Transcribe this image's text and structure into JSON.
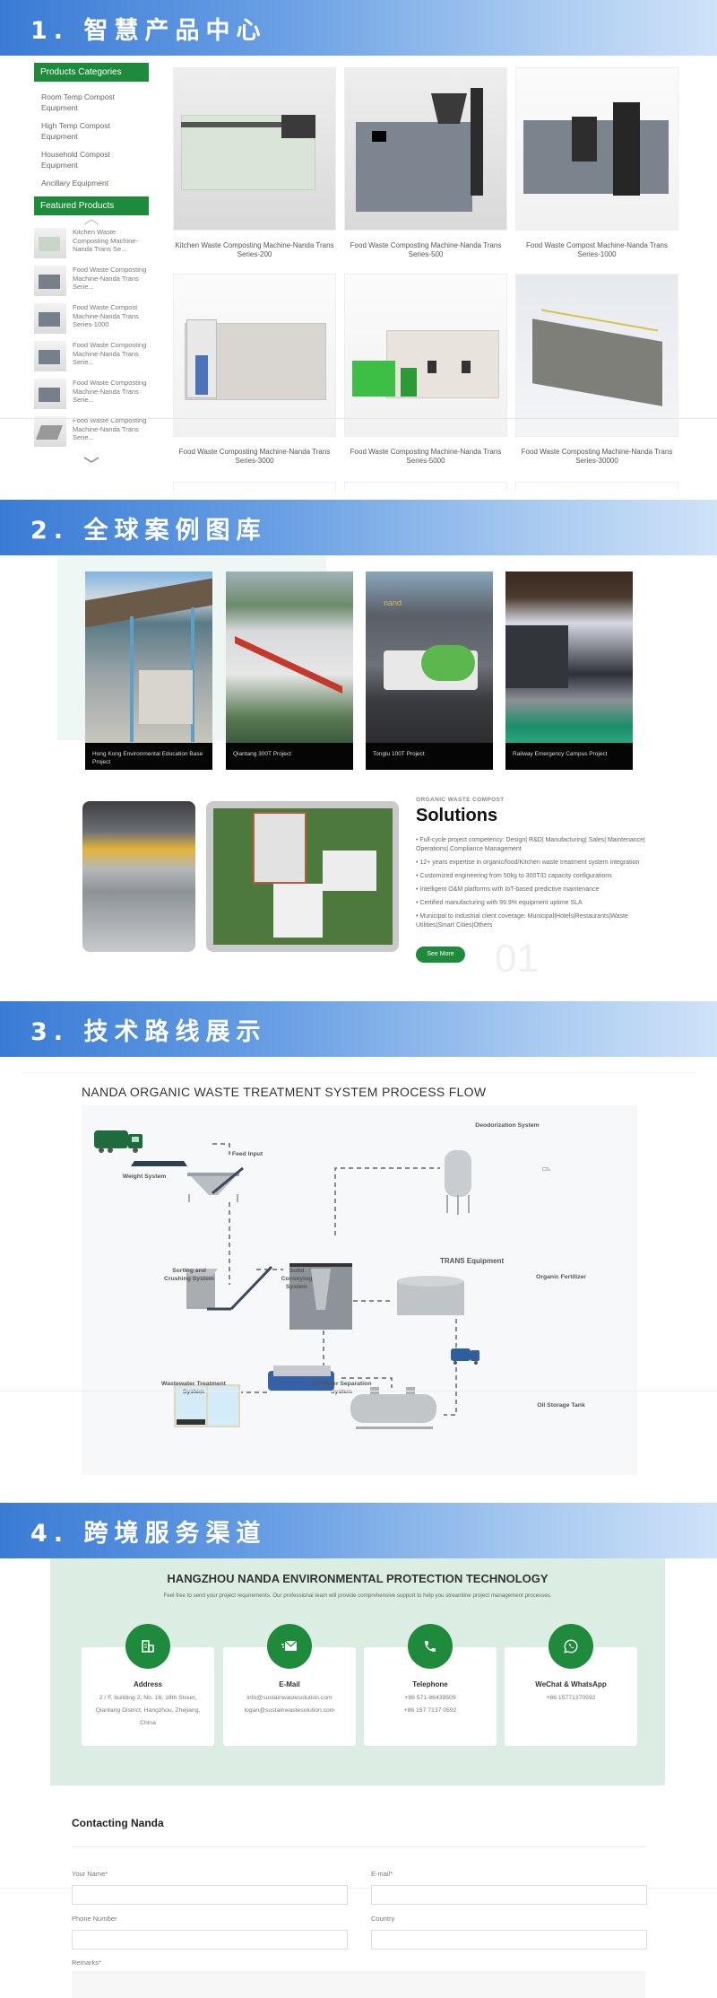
{
  "sections": [
    {
      "title": "1. 智慧产品中心"
    },
    {
      "title": "2. 全球案例图库"
    },
    {
      "title": "3. 技术路线展示"
    },
    {
      "title": "4. 跨境服务渠道"
    }
  ],
  "sidebar": {
    "categories_heading": "Products Categories",
    "categories": [
      "Room Temp Compost Equipment",
      "High Temp Compost Equipment",
      "Household Compost Equipment",
      "Ancillary Equipment"
    ],
    "featured_heading": "Featured Products",
    "featured": [
      "Kitchen Waste Composting Machine-Nanda Trans Se...",
      "Food Waste Composting Machine-Nanda Trans Serie...",
      "Food Waste Compost Machine-Nanda Trans Series-1000",
      "Food Waste Composting Machine-Nanda Trans Serie...",
      "Food Waste Composting Machine-Nanda Trans Serie...",
      "Food Waste Composting Machine-Nanda Trans Serie..."
    ],
    "up_icon": "chevron-up-icon",
    "down_icon": "chevron-down-icon"
  },
  "products": [
    {
      "title": "Kitchen Waste Composting Machine-Nanda Trans Series-200"
    },
    {
      "title": "Food Waste Composting Machine-Nanda Trans Series-500"
    },
    {
      "title": "Food Waste Compost Machine-Nanda Trans Series-1000"
    },
    {
      "title": "Food Waste Composting Machine-Nanda Trans Series-3000"
    },
    {
      "title": "Food Waste Composting Machine-Nanda Trans Series-5000"
    },
    {
      "title": "Food Waste Composting Machine-Nanda Trans Series-30000"
    }
  ],
  "cases": [
    {
      "caption": "Hong Kong Environmental Education Base Project"
    },
    {
      "caption": "Qiantang 300T Project"
    },
    {
      "caption": "Tonglu 100T Project"
    },
    {
      "caption": "Railway Emergency Campus Project"
    }
  ],
  "solutions": {
    "tag": "ORGANIC WASTE COMPOST",
    "title": "Solutions",
    "bullets": [
      "• Full-cycle project competency: Design| R&D| Manufacturing| Sales| Maintenance| Operations| Compliance Management",
      "• 12+ years expertise in organic/food/Kitchen waste treatment system integration",
      "• Customized engineering from 50kg to 300T/D capacity configurations",
      "• Intelligent O&M platforms with IoT-based predictive maintenance",
      "• Certified manufacturing with 99.9% equipment uptime SLA",
      "• Municipal to industrial client coverage: Municipal|Hotels|Restaurants|Waste Utilities|Smart Cities|Others"
    ],
    "button": "See More",
    "index": "01"
  },
  "process_flow": {
    "title": "NANDA ORGANIC WASTE TREATMENT SYSTEM PROCESS FLOW",
    "labels": {
      "weight": "Weight System",
      "feed": "Feed Input",
      "deodor": "Deodorization System",
      "co2": "CO₂",
      "sorting": "Sorting and Crushing System",
      "solid": "Solid Conveying System",
      "trans": "TRANS Equipment",
      "fert": "Organic Fertilizer",
      "waste": "Wastewater Treatment System",
      "oilwater": "Oil-Water Separation System",
      "oiltank": "Oil Storage Tank"
    }
  },
  "contact": {
    "company": "HANGZHOU NANDA ENVIRONMENTAL PROTECTION TECHNOLOGY",
    "subtitle": "Feel free to send your project requirements. Our professional team will provide comprehensive support to help you streamline project management processes.",
    "cards": [
      {
        "icon": "building-icon",
        "title": "Address",
        "lines": [
          "2 / F, building 2, No. 16, 18th Street,",
          "Qiantang District, Hangzhou, Zhejiang,",
          "China"
        ]
      },
      {
        "icon": "mail-icon",
        "title": "E-Mail",
        "lines": [
          "info@sustainwastesolution.com",
          "logan@sustainwastesolution.com"
        ]
      },
      {
        "icon": "phone-icon",
        "title": "Telephone",
        "lines": [
          "+86 571-86439509",
          "+86 157 7137 0592"
        ]
      },
      {
        "icon": "whatsapp-icon",
        "title": "WeChat & WhatsApp",
        "lines": [
          "+86 15771370592"
        ]
      }
    ]
  },
  "form": {
    "title": "Contacting Nanda",
    "fields": {
      "name_label": "Your Name*",
      "email_label": "E-mail*",
      "phone_label": "Phone Number",
      "country_label": "Country",
      "remarks_label": "Remarks*",
      "name_value": "",
      "email_value": "",
      "phone_value": "",
      "country_value": ""
    }
  },
  "colors": {
    "header_gradient_start": "#3a7bd5",
    "header_gradient_end": "#cfe2f8",
    "brand_green": "#1e8b3c",
    "contact_bg": "#dceee4"
  }
}
